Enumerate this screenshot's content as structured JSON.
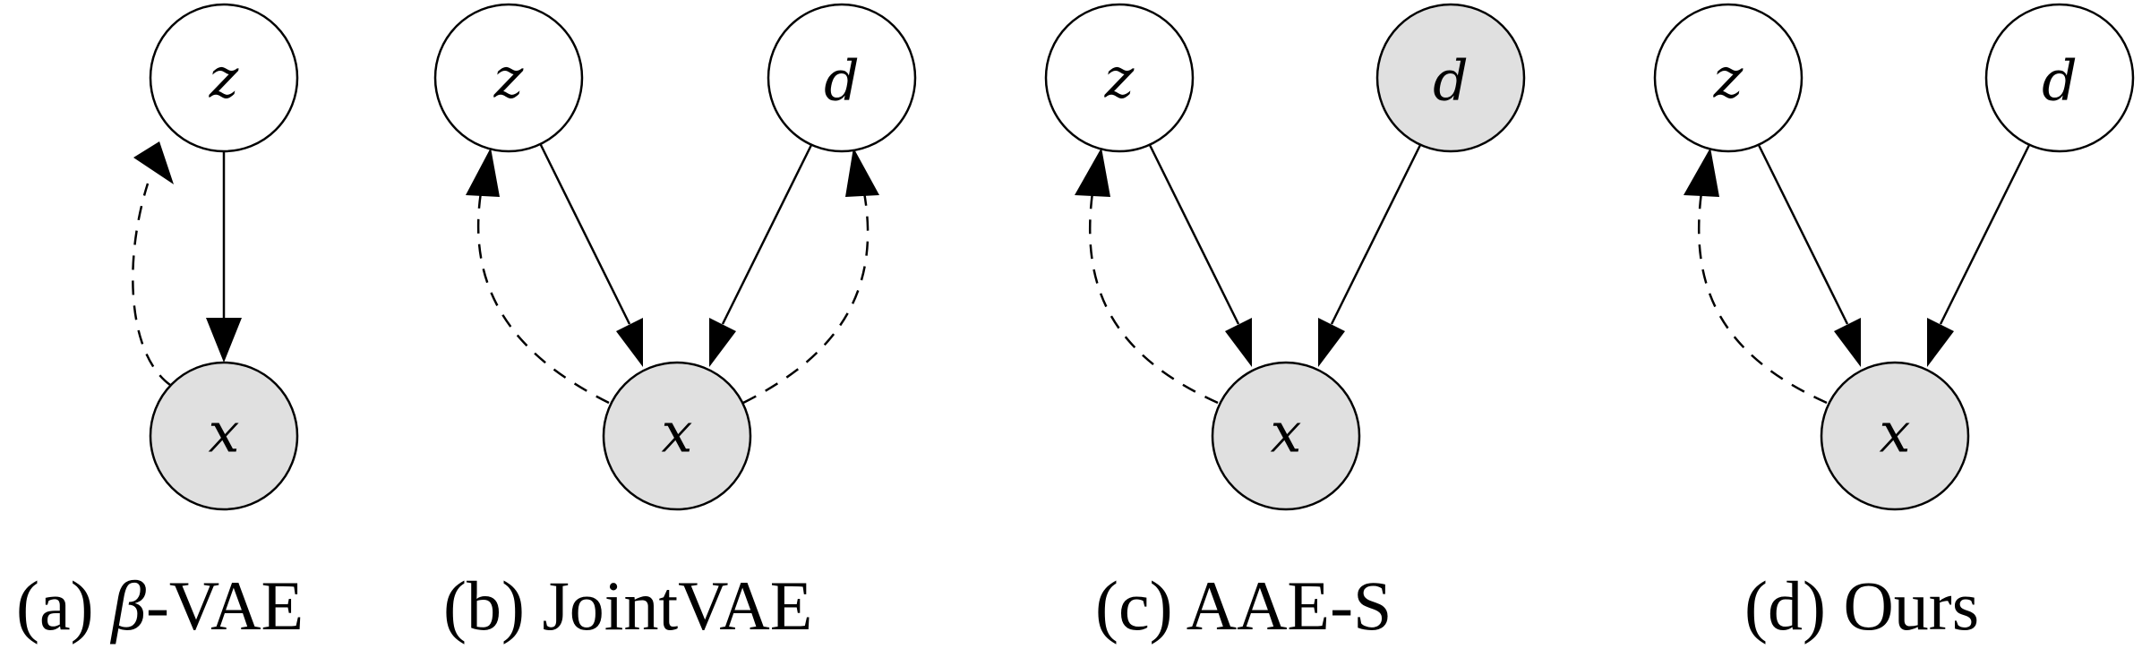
{
  "colors": {
    "observed_fill": "#e0e0e0",
    "latent_fill": "#ffffff",
    "stroke": "#000000"
  },
  "panels": [
    {
      "id": "a",
      "caption": {
        "prefix": "(a) ",
        "greek": "β",
        "suffix": "-VAE"
      },
      "nodes": [
        {
          "id": "z",
          "label": "z",
          "observed": false
        },
        {
          "id": "x",
          "label": "x",
          "observed": true
        }
      ],
      "edges": [
        {
          "from": "z",
          "to": "x",
          "style": "solid"
        },
        {
          "from": "x",
          "to": "z",
          "style": "dashed"
        }
      ]
    },
    {
      "id": "b",
      "caption": {
        "prefix": "(b) JointVAE",
        "greek": "",
        "suffix": ""
      },
      "nodes": [
        {
          "id": "z",
          "label": "z",
          "observed": false
        },
        {
          "id": "d",
          "label": "d",
          "observed": false
        },
        {
          "id": "x",
          "label": "x",
          "observed": true
        }
      ],
      "edges": [
        {
          "from": "z",
          "to": "x",
          "style": "solid"
        },
        {
          "from": "d",
          "to": "x",
          "style": "solid"
        },
        {
          "from": "x",
          "to": "z",
          "style": "dashed"
        },
        {
          "from": "x",
          "to": "d",
          "style": "dashed"
        }
      ]
    },
    {
      "id": "c",
      "caption": {
        "prefix": "(c) AAE-S",
        "greek": "",
        "suffix": ""
      },
      "nodes": [
        {
          "id": "z",
          "label": "z",
          "observed": false
        },
        {
          "id": "d",
          "label": "d",
          "observed": true
        },
        {
          "id": "x",
          "label": "x",
          "observed": true
        }
      ],
      "edges": [
        {
          "from": "z",
          "to": "x",
          "style": "solid"
        },
        {
          "from": "d",
          "to": "x",
          "style": "solid"
        },
        {
          "from": "x",
          "to": "z",
          "style": "dashed"
        }
      ]
    },
    {
      "id": "d",
      "caption": {
        "prefix": "(d) Ours",
        "greek": "",
        "suffix": ""
      },
      "nodes": [
        {
          "id": "z",
          "label": "z",
          "observed": false
        },
        {
          "id": "d",
          "label": "d",
          "observed": false
        },
        {
          "id": "x",
          "label": "x",
          "observed": true
        }
      ],
      "edges": [
        {
          "from": "z",
          "to": "x",
          "style": "solid"
        },
        {
          "from": "d",
          "to": "x",
          "style": "solid"
        },
        {
          "from": "x",
          "to": "z",
          "style": "dashed"
        }
      ]
    }
  ]
}
